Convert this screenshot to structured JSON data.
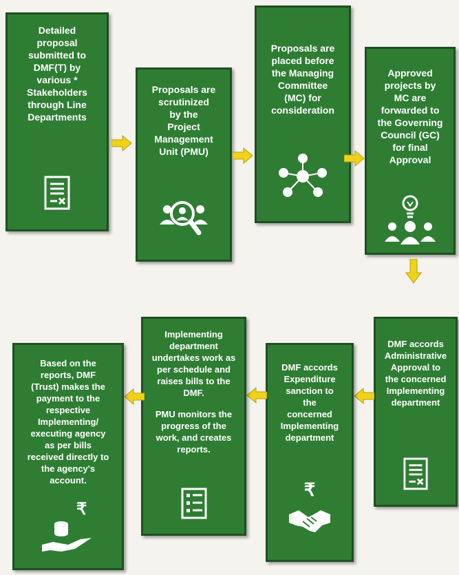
{
  "steps": [
    {
      "text": "Detailed\nproposal\nsubmitted to\nDMF(T) by\nvarious *\nStakeholders\nthrough Line\nDepartments",
      "icon": "document-icon"
    },
    {
      "text": "Proposals are\nscrutinized\nby the\nProject\nManagement\nUnit (PMU)",
      "icon": "search-people-icon"
    },
    {
      "text": "Proposals are\nplaced before\nthe Managing\nCommittee\n(MC) for\nconsideration",
      "icon": "network-icon"
    },
    {
      "text": "Approved\nprojects by\nMC are\nforwarded to\nthe Governing\nCouncil (GC)\nfor final\nApproval",
      "icon": "idea-team-icon"
    },
    {
      "text": "DMF accords\nAdministrative\nApproval to\nthe concerned\nImplementing\ndepartment",
      "icon": "document-icon"
    },
    {
      "text": "DMF accords\nExpenditure\nsanction to\nthe\nconcerned\nImplementing\ndepartment",
      "icon": "rupee-handshake-icon",
      "rupee": "₹"
    },
    {
      "text": "Implementing\ndepartment\nundertakes work as\nper schedule and\nraises bills to the\nDMF.",
      "text2": "PMU monitors the\nprogress of the\nwork, and creates\nreports.",
      "icon": "checklist-icon"
    },
    {
      "text": "Based on the\nreports, DMF\n(Trust) makes the\npayment to the\nrespective\nImplementing/\nexecuting agency\nas per bills\nreceived directly to\nthe agency's\naccount.",
      "icon": "payment-hand-icon",
      "rupee": "₹"
    }
  ],
  "colors": {
    "box": "#2e7d33",
    "border": "#1f4f22",
    "arrow": "#f1d21a",
    "text": "#ffffff"
  }
}
